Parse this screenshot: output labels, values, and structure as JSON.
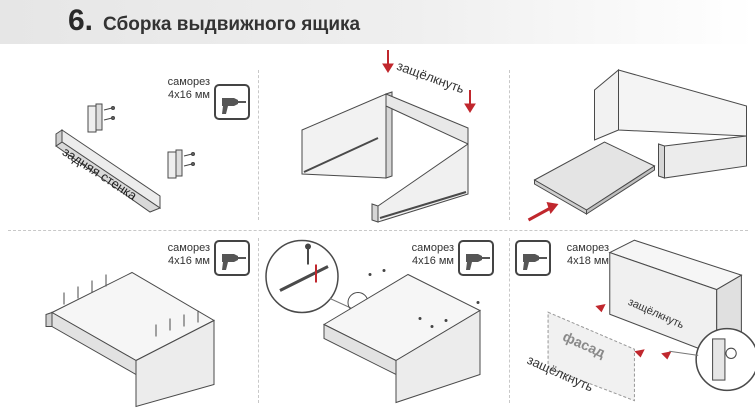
{
  "header": {
    "step_number": "6.",
    "title": "Сборка выдвижного ящика"
  },
  "labels": {
    "screw_4x16": [
      "саморез",
      "4х16 мм"
    ],
    "screw_4x18": [
      "саморез",
      "4х18 мм"
    ],
    "back_wall": "задняя стенка",
    "snap": "защёлкнуть",
    "facade": "фасад"
  },
  "icons": {
    "screwdriver": "screwdriver-icon",
    "arrow": "red-arrow-icon"
  },
  "colors": {
    "accent_red": "#c0272d",
    "line": "#4a4a4a",
    "header_bg": "#e8e8e8"
  },
  "panels": [
    {
      "id": "panel-1",
      "label_top": "саморез",
      "label_bottom": "4х16 мм",
      "caption": "задняя стенка"
    },
    {
      "id": "panel-2",
      "caption": "защёлкнуть"
    },
    {
      "id": "panel-3"
    },
    {
      "id": "panel-4",
      "label_top": "саморез",
      "label_bottom": "4х16 мм"
    },
    {
      "id": "panel-5",
      "label_top": "саморез",
      "label_bottom": "4х16 мм"
    },
    {
      "id": "panel-6",
      "label_top": "саморез",
      "label_bottom": "4х18 мм",
      "caption_1": "защёлкнуть",
      "caption_2": "фасад",
      "caption_3": "защёлкнуть"
    }
  ]
}
